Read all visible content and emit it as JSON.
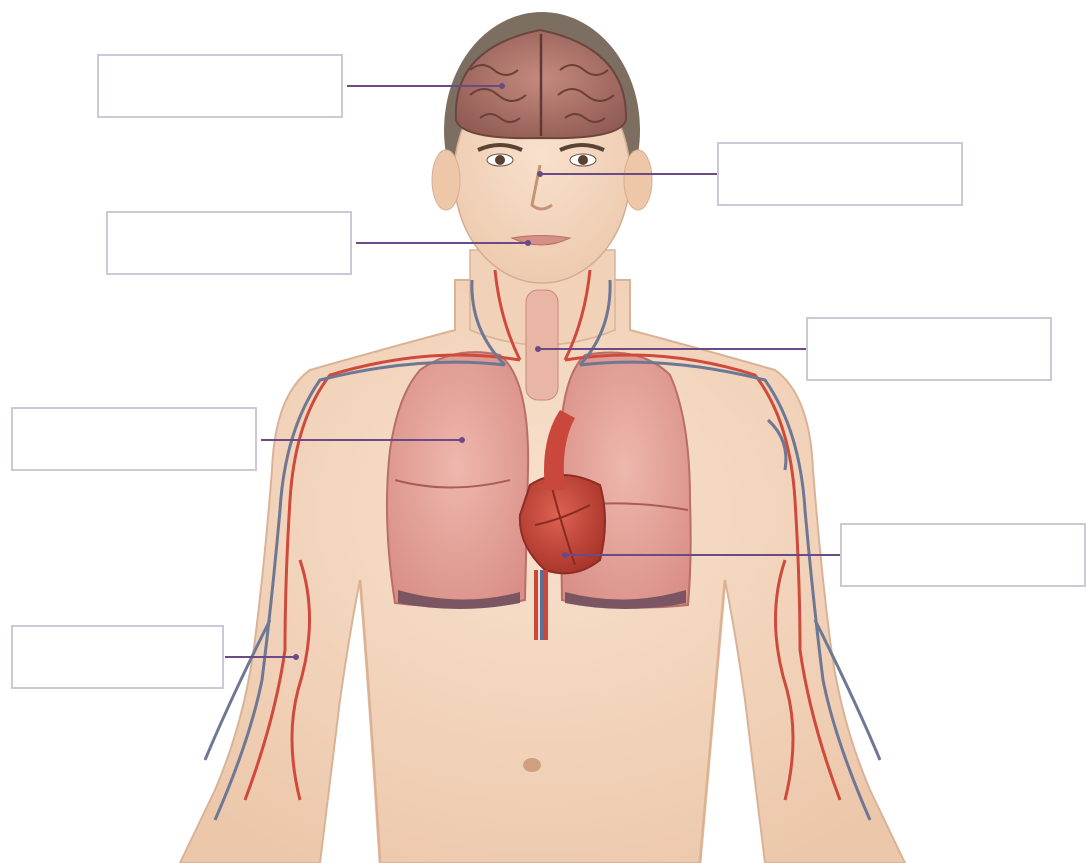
{
  "labels": [
    {
      "id": "brain",
      "text": ""
    },
    {
      "id": "nose",
      "text": ""
    },
    {
      "id": "mouth",
      "text": ""
    },
    {
      "id": "trachea",
      "text": ""
    },
    {
      "id": "lung",
      "text": ""
    },
    {
      "id": "heart",
      "text": ""
    },
    {
      "id": "blood-vessel",
      "text": ""
    }
  ],
  "colors": {
    "leader_line": "#6b4a86",
    "box_border": "#cfc6d8",
    "skin": "#f3d7bf",
    "skin_shadow": "#e8bfa1",
    "hair": "#7a6a5e",
    "brain": "#b77d72",
    "lung": "#e7a8a0",
    "heart": "#c8493d",
    "artery": "#cf4a3c",
    "vein": "#6e7894"
  }
}
